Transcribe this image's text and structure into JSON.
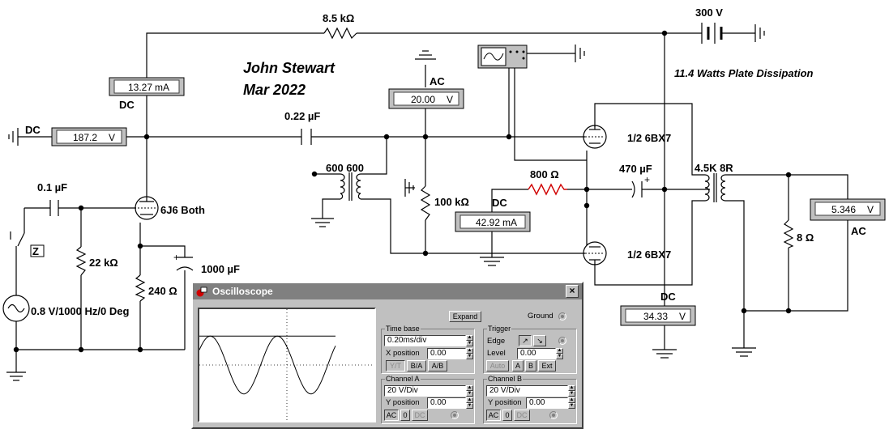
{
  "author": {
    "name": "John Stewart",
    "date": "Mar 2022"
  },
  "notes": {
    "plate_dissipation": "11.4 Watts Plate Dissipation"
  },
  "supply": {
    "b_plus": "300 V"
  },
  "components": {
    "r_feed": "8.5 kΩ",
    "c_coupling": "0.22 µF",
    "c_input": "0.1 µF",
    "r_grid": "22 kΩ",
    "r_cathode": "240 Ω",
    "c_bypass": "1000 µF",
    "driver_tube": "6J6 Both",
    "xfmr_in": "600 600",
    "r_grid_pi": "100 kΩ",
    "r_cathode_pi": "800 Ω",
    "c_cathode_pi": "470 µF",
    "tube_upper": "1/2 6BX7",
    "tube_lower": "1/2 6BX7",
    "xfmr_out": "4.5K 8R",
    "r_load": "8 Ω",
    "source": "0.8 V/1000 Hz/0 Deg",
    "switch_key": "Z"
  },
  "meters": [
    {
      "id": "m1",
      "value": "13.27",
      "unit": "mA",
      "mode": "DC"
    },
    {
      "id": "m2",
      "value": "187.2",
      "unit": "V",
      "mode": "DC"
    },
    {
      "id": "m3",
      "value": "20.00",
      "unit": "V",
      "mode": "AC"
    },
    {
      "id": "m4",
      "value": "42.92",
      "unit": "mA",
      "mode": "DC"
    },
    {
      "id": "m5",
      "value": "34.33",
      "unit": "V",
      "mode": "DC"
    },
    {
      "id": "m6",
      "value": "5.346",
      "unit": "V",
      "mode": "AC"
    }
  ],
  "oscilloscope": {
    "title": "Oscilloscope",
    "close": "×",
    "expand": "Expand",
    "ground": "Ground",
    "timebase": {
      "label": "Time base",
      "value": "0.20ms/div",
      "xpos_label": "X position",
      "xpos": "0.00",
      "modes": [
        "Y/T",
        "B/A",
        "A/B"
      ]
    },
    "trigger": {
      "label": "Trigger",
      "edge_label": "Edge",
      "level_label": "Level",
      "level": "0.00",
      "modes": [
        "Auto",
        "A",
        "B",
        "Ext"
      ]
    },
    "channel_a": {
      "label": "Channel A",
      "scale": "20 V/Div",
      "ypos_label": "Y position",
      "ypos": "0.00",
      "coupling": [
        "AC",
        "0",
        "DC"
      ]
    },
    "channel_b": {
      "label": "Channel B",
      "scale": "20 V/Div",
      "ypos_label": "Y position",
      "ypos": "0.00",
      "coupling": [
        "AC",
        "0",
        "DC"
      ]
    },
    "trace": {
      "cycles_shown": 2.6,
      "amplitude_div": 1.0,
      "flat_line_div": 1.0
    }
  },
  "colors": {
    "resistor_800": "#d00000",
    "scope_title_bg": "#808080",
    "panel": "#c0c0c0"
  }
}
